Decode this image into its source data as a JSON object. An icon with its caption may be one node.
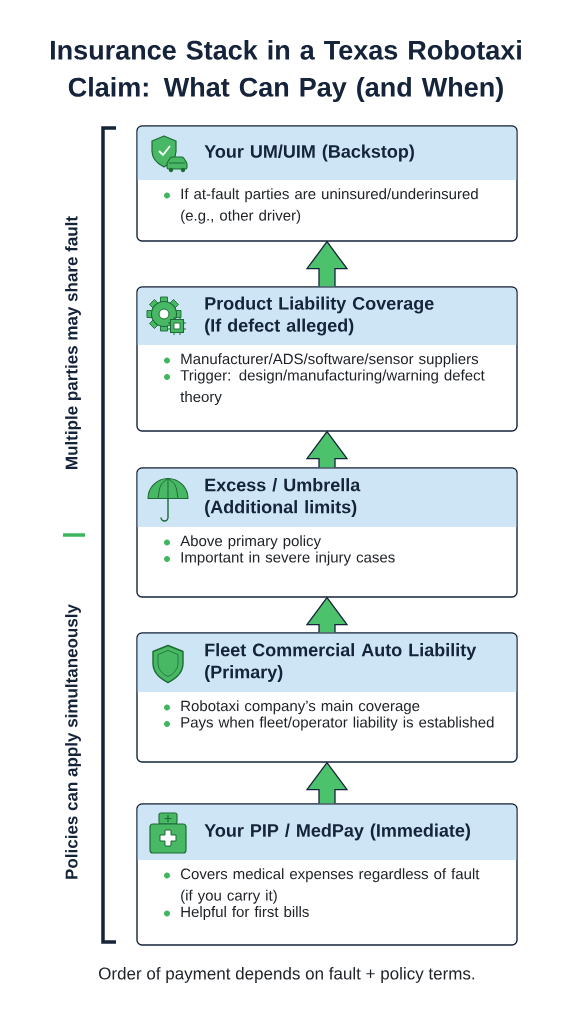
{
  "diagram": {
    "title": "Insurance Stack in a Texas Robotaxi Claim: What Can Pay (and When)",
    "nodes": [
      {
        "text": [
          "Your UM/UIM (Backstop)",
          "If at-fault parties are uninsured/underinsured (e.g., other driver)"
        ]
      },
      {
        "text": [
          "Product Liability Coverage (If defect alleged)",
          "Manufacturer/ADS/software/sensor suppliers",
          "Trigger: design/manufacturing/warning defect theory"
        ]
      },
      {
        "text": [
          "Excess / Umbrella (Additional limits)",
          "Above primary policy",
          "Important in severe injury cases"
        ]
      },
      {
        "text": [
          "Fleet Commercial Auto Liability (Primary)",
          "Robotaxi company’s main coverage",
          "Pays when fleet/operator liability is established"
        ]
      },
      {
        "text": [
          "Your PIP / MedPay (Immediate)",
          "Covers medical expenses regardless of fault (if you carry it)",
          "Helpful for first bills"
        ]
      }
    ],
    "edges": [
      {
        "from": 1,
        "to": 0,
        "arrow": "to"
      },
      {
        "from": 2,
        "to": 1,
        "arrow": "to"
      },
      {
        "from": 3,
        "to": 2,
        "arrow": "to"
      },
      {
        "from": 4,
        "to": 3,
        "arrow": "to"
      }
    ],
    "labels": [
      "Multiple parties may share fault",
      "Policies can apply simultaneously"
    ],
    "caption": "Order of payment depends on fault + policy terms."
  }
}
